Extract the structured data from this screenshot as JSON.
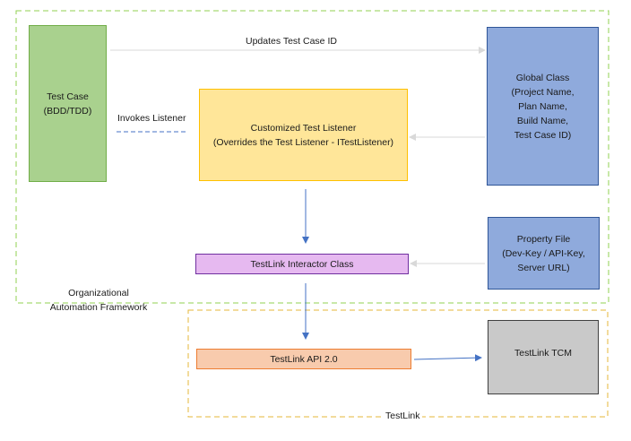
{
  "colors": {
    "framework_border": "#92d050",
    "testlink_border": "#e6b73a",
    "test_case_fill": "#a9d18e",
    "test_case_border": "#70ad47",
    "listener_fill": "#ffe699",
    "listener_border": "#ffc000",
    "global_fill": "#8faadc",
    "global_border": "#2f5597",
    "property_fill": "#8faadc",
    "interactor_fill": "#e6b9f0",
    "interactor_border": "#7030a0",
    "api_fill": "#f8cbad",
    "api_border": "#ed7d31",
    "tcm_fill": "#c9c9c9",
    "tcm_border": "#404040",
    "arrow_blue": "#4472c4",
    "arrow_light": "#d9d9d9"
  },
  "nodes": {
    "test_case": "Test Case\n(BDD/TDD)",
    "listener": "Customized Test Listener\n(Overrides the Test Listener - ITestListener)",
    "global_class": "Global Class\n(Project Name,\nPlan Name,\nBuild Name,\nTest Case ID)",
    "property_file": "Property File\n(Dev-Key / API-Key,\nServer URL)",
    "interactor": "TestLink Interactor Class",
    "api": "TestLink API 2.0",
    "tcm": "TestLink TCM"
  },
  "labels": {
    "updates": "Updates Test Case ID",
    "invokes": "Invokes Listener",
    "framework": "Organizational\nAutomation Framework",
    "testlink": "TestLink"
  }
}
